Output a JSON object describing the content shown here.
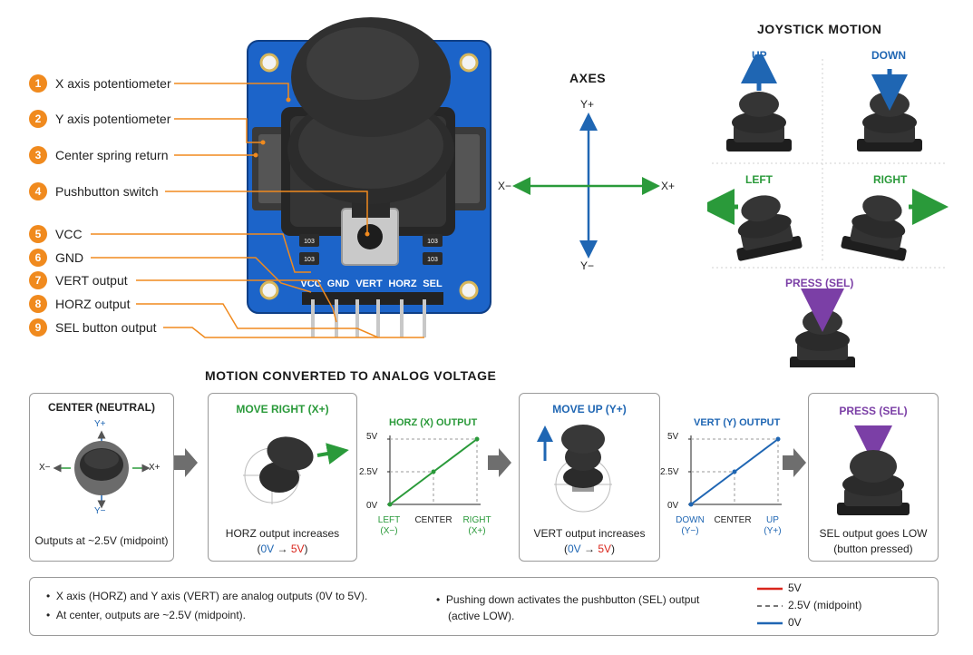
{
  "module": {
    "parts": [
      {
        "num": "1",
        "label": "X axis potentiometer"
      },
      {
        "num": "2",
        "label": "Y axis potentiometer"
      },
      {
        "num": "3",
        "label": "Center spring return"
      },
      {
        "num": "4",
        "label": "Pushbutton switch"
      },
      {
        "num": "5",
        "label": "VCC"
      },
      {
        "num": "6",
        "label": "GND"
      },
      {
        "num": "7",
        "label": "VERT output"
      },
      {
        "num": "8",
        "label": "HORZ output"
      },
      {
        "num": "9",
        "label": "SEL button output"
      }
    ],
    "pin_labels": [
      "VCC",
      "GND",
      "VERT",
      "HORZ",
      "SEL"
    ],
    "smd_labels": [
      "103",
      "103",
      "103",
      "103"
    ]
  },
  "axes": {
    "title": "AXES",
    "y_plus": "Y+",
    "y_minus": "Y−",
    "x_minus": "X−",
    "x_plus": "X+"
  },
  "motion": {
    "title": "JOYSTICK MOTION",
    "up": "UP",
    "down": "DOWN",
    "left": "LEFT",
    "right": "RIGHT",
    "press": "PRESS (SEL)"
  },
  "analog": {
    "title": "MOTION CONVERTED TO ANALOG VOLTAGE",
    "center": {
      "title": "CENTER (NEUTRAL)",
      "caption": "Outputs at ~2.5V (midpoint)",
      "y_plus": "Y+",
      "y_minus": "Y−",
      "x_minus": "X−",
      "x_plus": "X+"
    },
    "right": {
      "title": "MOVE RIGHT (X+)",
      "caption": "HORZ output increases",
      "range_prefix": "(",
      "range_low": "0V",
      "range_arrow": " → ",
      "range_high": "5V",
      "range_suffix": ")"
    },
    "up": {
      "title": "MOVE UP (Y+)",
      "caption": "VERT output increases",
      "range_prefix": "(",
      "range_low": "0V",
      "range_arrow": " → ",
      "range_high": "5V",
      "range_suffix": ")"
    },
    "press": {
      "title": "PRESS (SEL)",
      "caption1": "SEL output goes LOW",
      "caption2": "(button pressed)"
    }
  },
  "chart_data": [
    {
      "type": "line",
      "title": "HORZ (X) OUTPUT",
      "x": [
        "LEFT (X−)",
        "CENTER",
        "RIGHT (X+)"
      ],
      "y_ticks": [
        "5V",
        "2.5V",
        "0V"
      ],
      "ylim": [
        0,
        5
      ],
      "series": [
        {
          "values": [
            0,
            2.5,
            5
          ],
          "color": "#2a9a3a"
        }
      ],
      "x_label_lines": [
        [
          "LEFT",
          "(X−)"
        ],
        [
          "CENTER"
        ],
        [
          "RIGHT",
          "(X+)"
        ]
      ]
    },
    {
      "type": "line",
      "title": "VERT (Y) OUTPUT",
      "x": [
        "DOWN (Y−)",
        "CENTER",
        "UP (Y+)"
      ],
      "y_ticks": [
        "5V",
        "2.5V",
        "0V"
      ],
      "ylim": [
        0,
        5
      ],
      "series": [
        {
          "values": [
            0,
            2.5,
            5
          ],
          "color": "#1f66b3"
        }
      ],
      "x_label_lines": [
        [
          "DOWN",
          "(Y−)"
        ],
        [
          "CENTER"
        ],
        [
          "UP",
          "(Y+)"
        ]
      ]
    }
  ],
  "notes": {
    "bullets_left": [
      "X axis (HORZ) and Y axis (VERT) are analog outputs (0V to 5V).",
      "At center, outputs are ~2.5V (midpoint)."
    ],
    "bullet_mid_1": "Pushing down activates the pushbutton (SEL) output",
    "bullet_mid_2": "(active LOW).",
    "legend": [
      {
        "label": "5V",
        "color": "#d9261c",
        "style": "solid"
      },
      {
        "label": "2.5V (midpoint)",
        "color": "#777777",
        "style": "dashed"
      },
      {
        "label": "0V",
        "color": "#1f66b3",
        "style": "solid"
      }
    ]
  }
}
